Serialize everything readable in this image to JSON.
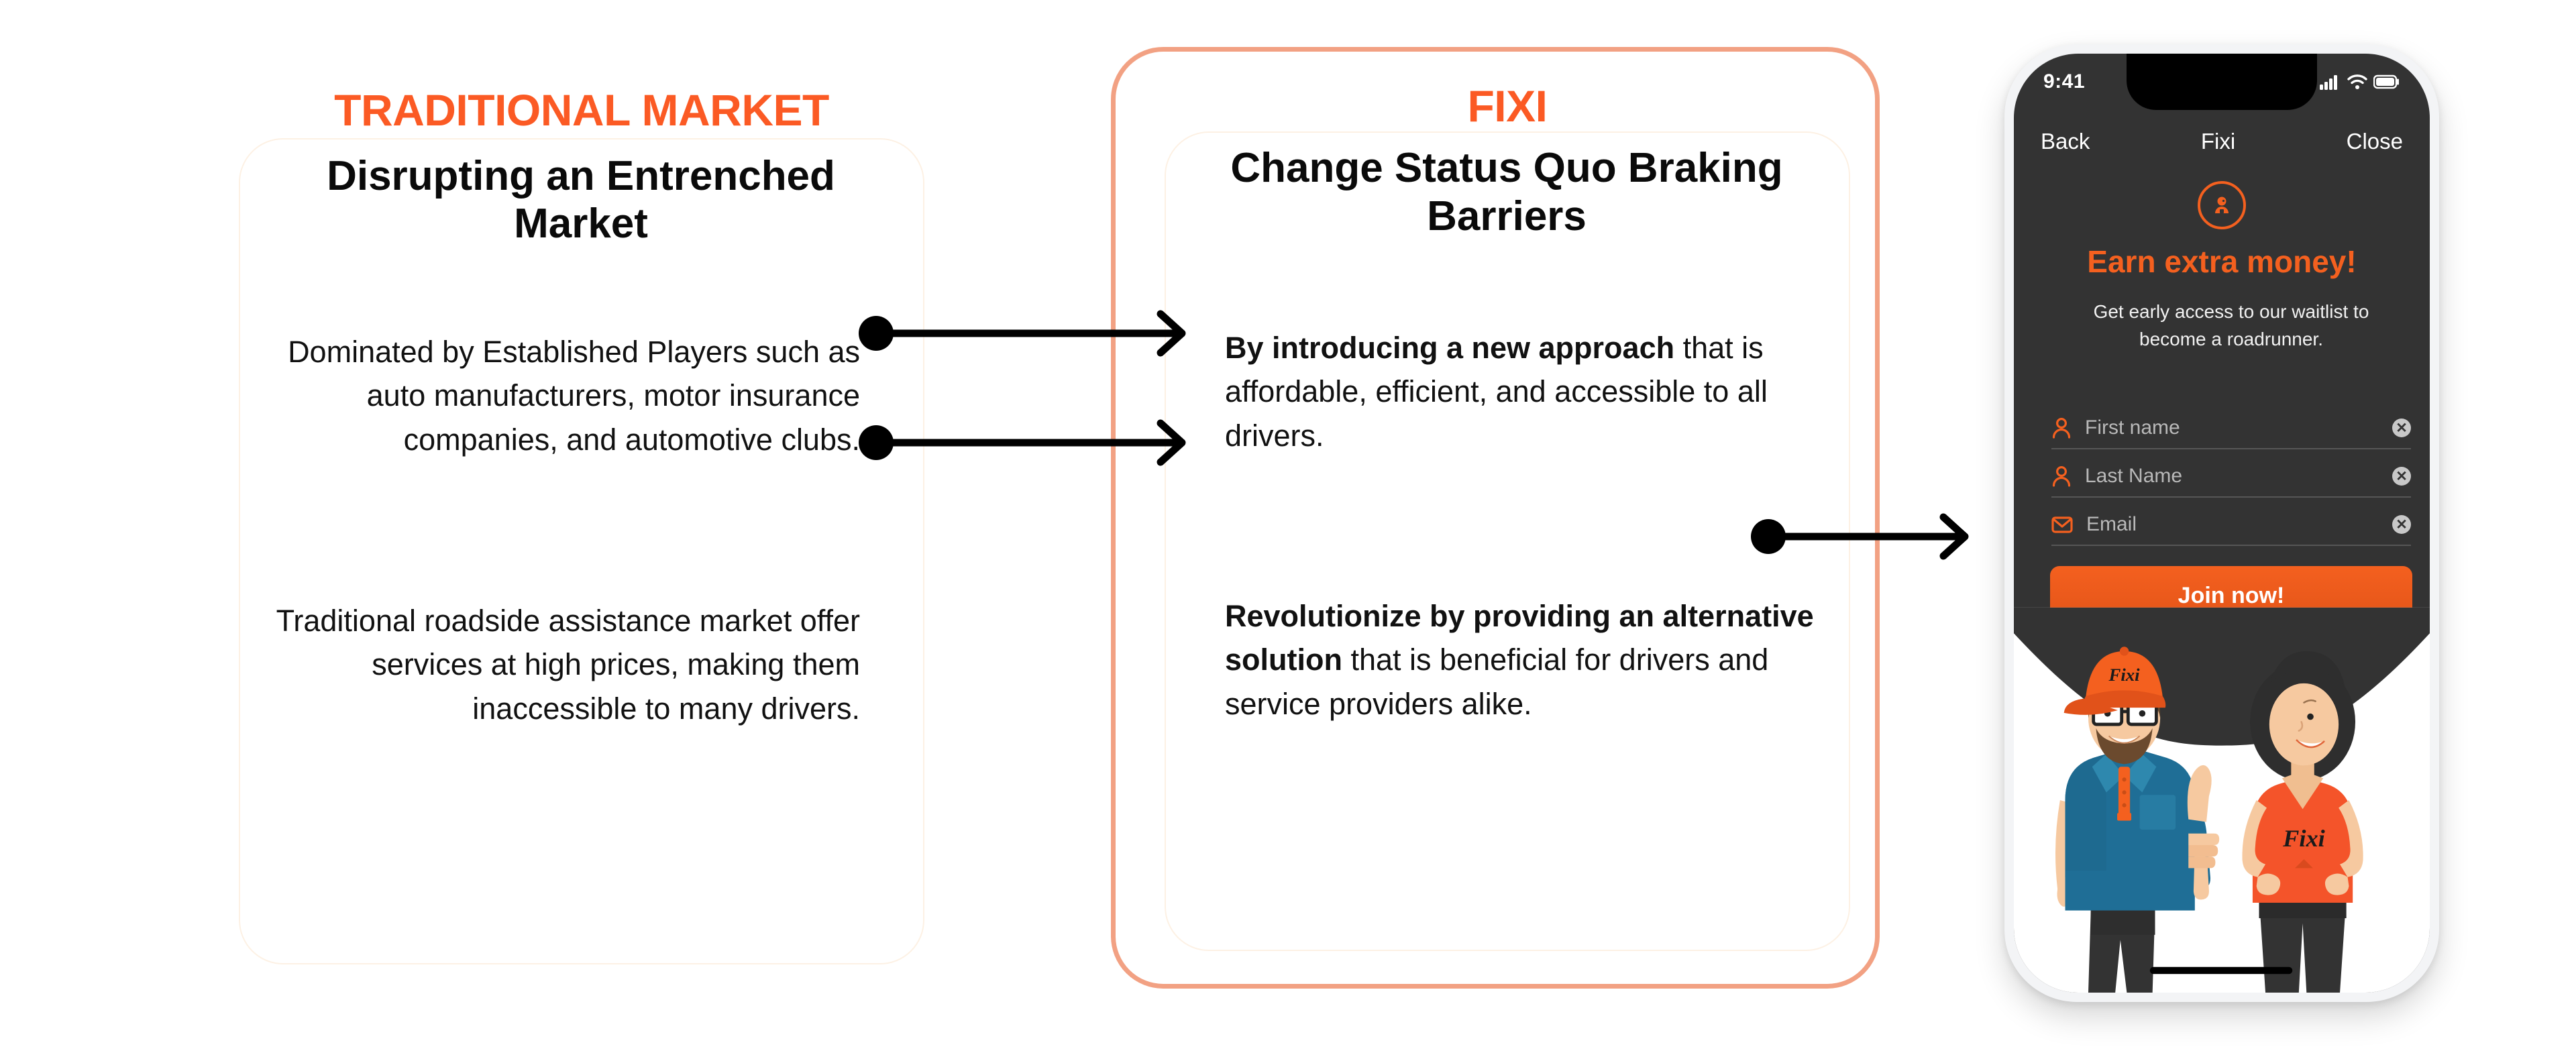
{
  "left_panel": {
    "eyebrow": "TRADITIONAL MARKET",
    "title": "Disrupting an Entrenched Market",
    "paragraph_1": "Dominated by Established Players such as auto manufacturers, motor insurance companies, and automotive clubs.",
    "paragraph_2": "Traditional roadside assistance market offer services at high prices, making them inaccessible to many drivers."
  },
  "right_panel": {
    "eyebrow": "FIXI",
    "title": "Change Status Quo Braking Barriers",
    "paragraph_1_bold": "By introducing a new approach",
    "paragraph_1_rest": " that is affordable, efficient, and accessible to all drivers.",
    "paragraph_2_bold": "Revolutionize by providing an alternative solution",
    "paragraph_2_rest": " that is beneficial for drivers and service providers alike."
  },
  "phone": {
    "status_time": "9:41",
    "nav": {
      "back": "Back",
      "title": "Fixi",
      "close": "Close"
    },
    "headline": "Earn extra money!",
    "subtext": "Get early access to our waitlist to become a roadrunner.",
    "fields": [
      {
        "placeholder": "First name",
        "icon": "person-icon",
        "clear": "✕"
      },
      {
        "placeholder": "Last Name",
        "icon": "person-icon",
        "clear": "✕"
      },
      {
        "placeholder": "Email",
        "icon": "envelope-icon",
        "clear": "✕"
      }
    ],
    "cta_label": "Join now!",
    "illustration": {
      "cap_text": "Fixi",
      "shirt_text": "Fixi"
    }
  },
  "colors": {
    "brand_orange": "#FB5A24",
    "button_orange": "#F4601F",
    "frame_salmon": "#F2A183",
    "card_border": "#FDF1E4",
    "phone_screen": "#333333",
    "text_dark": "#111111"
  }
}
